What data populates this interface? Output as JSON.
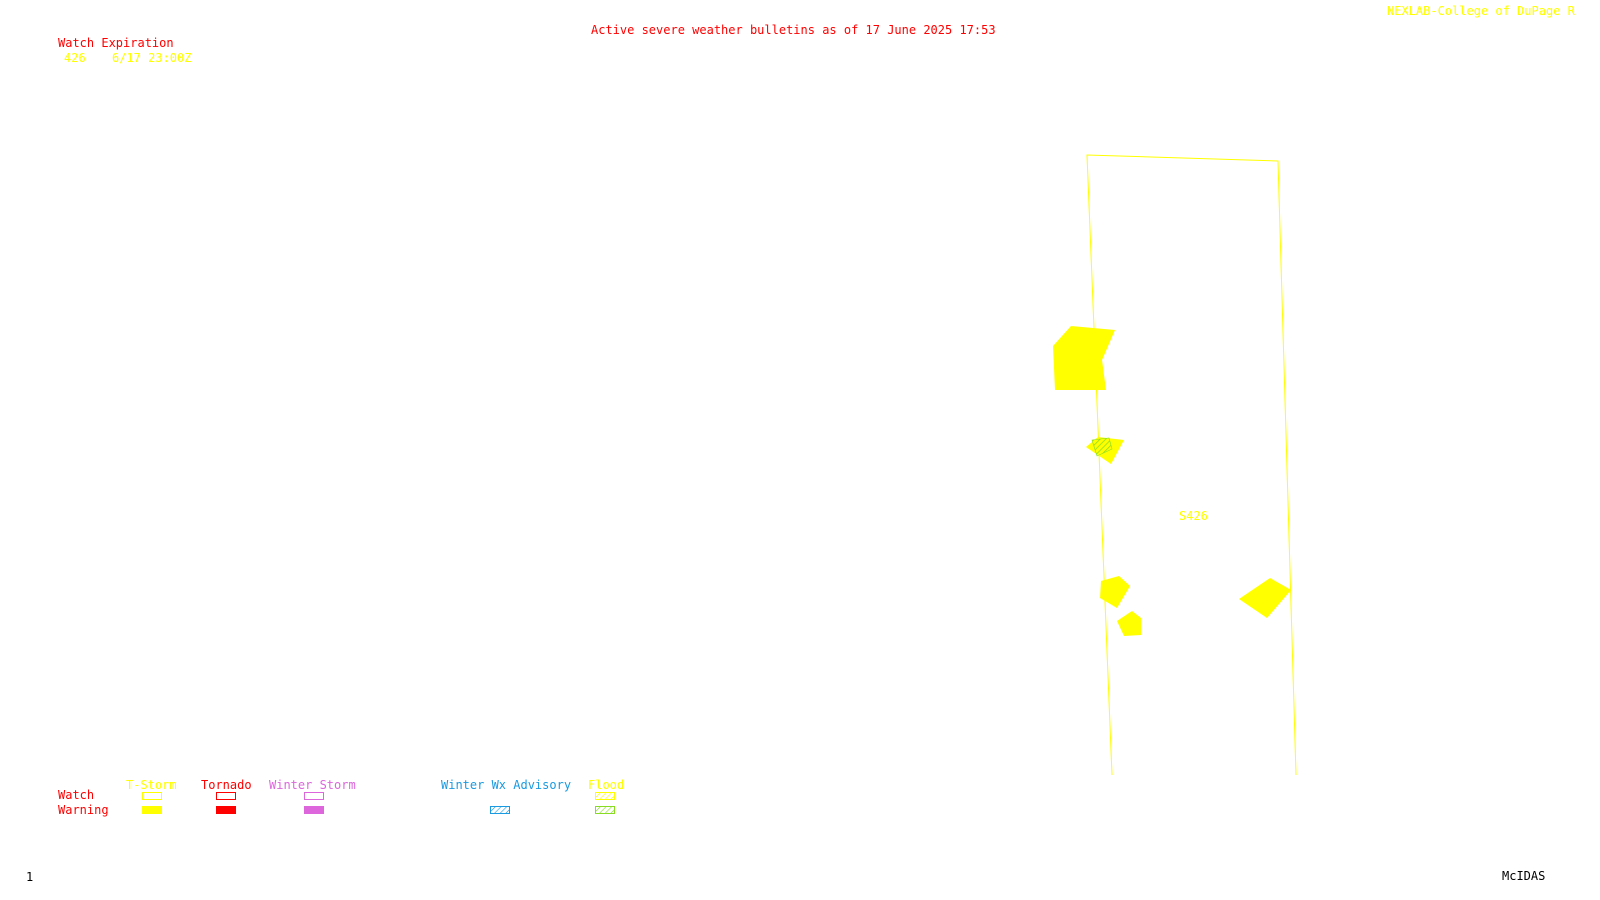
{
  "header": {
    "title": "Active severe weather bulletins as of 17 June 2025 17:53",
    "credit": "NEXLAB-College of DuPage R"
  },
  "watch_expiration": {
    "heading": "Watch Expiration",
    "rows": [
      {
        "watch": "426",
        "expires": "6/17 23:00Z"
      }
    ]
  },
  "map": {
    "watch_label": "S426",
    "colors": {
      "tstorm": "#ffff00",
      "tornado": "#ff0000",
      "winter_storm": "#dd66dd",
      "winter_advisory": "#1a9ae0",
      "flood": "#88dd22"
    }
  },
  "legend": {
    "row_watch": "Watch",
    "row_warning": "Warning",
    "columns": [
      {
        "label": "T-Storm",
        "color": "#ffff00"
      },
      {
        "label": "Tornado",
        "color": "#ff0000"
      },
      {
        "label": "Winter Storm",
        "color": "#dd66dd"
      },
      {
        "label": "Winter Wx Advisory",
        "color": "#1a9ae0"
      },
      {
        "label": "Flood",
        "color": "#ffff00"
      }
    ]
  },
  "footer": {
    "frame_number": "1",
    "software": "McIDAS"
  }
}
